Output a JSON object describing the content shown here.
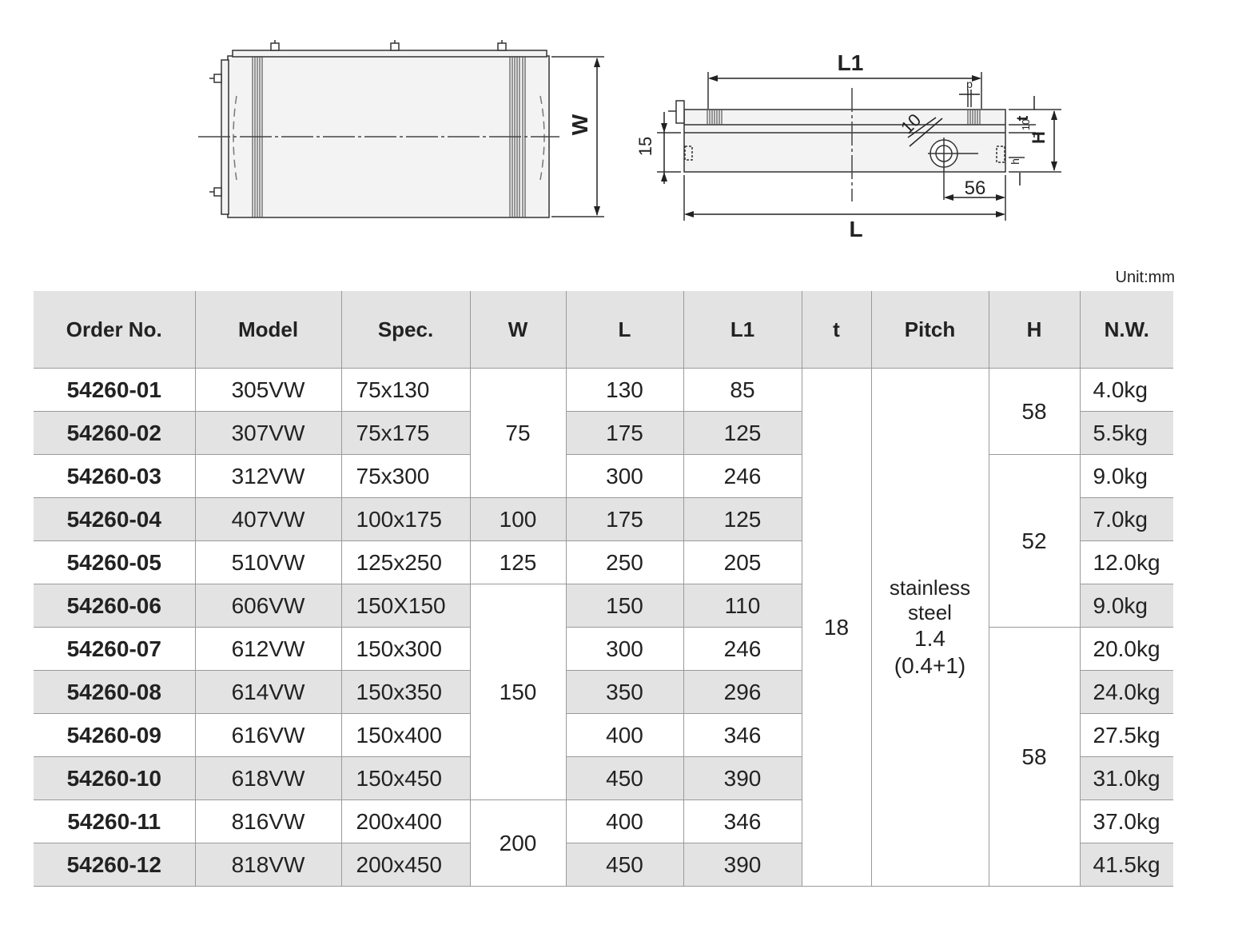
{
  "drawing_labels": {
    "w": "W",
    "l1": "L1",
    "p": "p",
    "t": "t",
    "ten_a": "10",
    "ten_b": "10",
    "fifteen": "15",
    "h_upper": "H",
    "h_lower": "h",
    "fifty_six": "56",
    "l": "L"
  },
  "unit": "Unit:mm",
  "table": {
    "headers": [
      "Order No.",
      "Model",
      "Spec.",
      "W",
      "L",
      "L1",
      "t",
      "Pitch",
      "H",
      "N.W."
    ],
    "rows": [
      {
        "order": "54260-01",
        "model": "305VW",
        "spec": "75x130",
        "l": "130",
        "l1": "85",
        "nw": "4.0kg"
      },
      {
        "order": "54260-02",
        "model": "307VW",
        "spec": "75x175",
        "l": "175",
        "l1": "125",
        "nw": "5.5kg"
      },
      {
        "order": "54260-03",
        "model": "312VW",
        "spec": "75x300",
        "l": "300",
        "l1": "246",
        "nw": "9.0kg"
      },
      {
        "order": "54260-04",
        "model": "407VW",
        "spec": "100x175",
        "l": "175",
        "l1": "125",
        "nw": "7.0kg"
      },
      {
        "order": "54260-05",
        "model": "510VW",
        "spec": "125x250",
        "l": "250",
        "l1": "205",
        "nw": "12.0kg"
      },
      {
        "order": "54260-06",
        "model": "606VW",
        "spec": "150X150",
        "l": "150",
        "l1": "110",
        "nw": "9.0kg"
      },
      {
        "order": "54260-07",
        "model": "612VW",
        "spec": "150x300",
        "l": "300",
        "l1": "246",
        "nw": "20.0kg"
      },
      {
        "order": "54260-08",
        "model": "614VW",
        "spec": "150x350",
        "l": "350",
        "l1": "296",
        "nw": "24.0kg"
      },
      {
        "order": "54260-09",
        "model": "616VW",
        "spec": "150x400",
        "l": "400",
        "l1": "346",
        "nw": "27.5kg"
      },
      {
        "order": "54260-10",
        "model": "618VW",
        "spec": "150x450",
        "l": "450",
        "l1": "390",
        "nw": "31.0kg"
      },
      {
        "order": "54260-11",
        "model": "816VW",
        "spec": "200x400",
        "l": "400",
        "l1": "346",
        "nw": "37.0kg"
      },
      {
        "order": "54260-12",
        "model": "818VW",
        "spec": "200x450",
        "l": "450",
        "l1": "390",
        "nw": "41.5kg"
      }
    ],
    "w_groups": [
      "75",
      "100",
      "125",
      "150",
      "200"
    ],
    "t_value": "18",
    "pitch": {
      "line1": "stainless",
      "line2": "steel",
      "line3": "1.4",
      "line4": "(0.4+1)"
    },
    "h_groups": [
      "58",
      "52",
      "58"
    ]
  }
}
